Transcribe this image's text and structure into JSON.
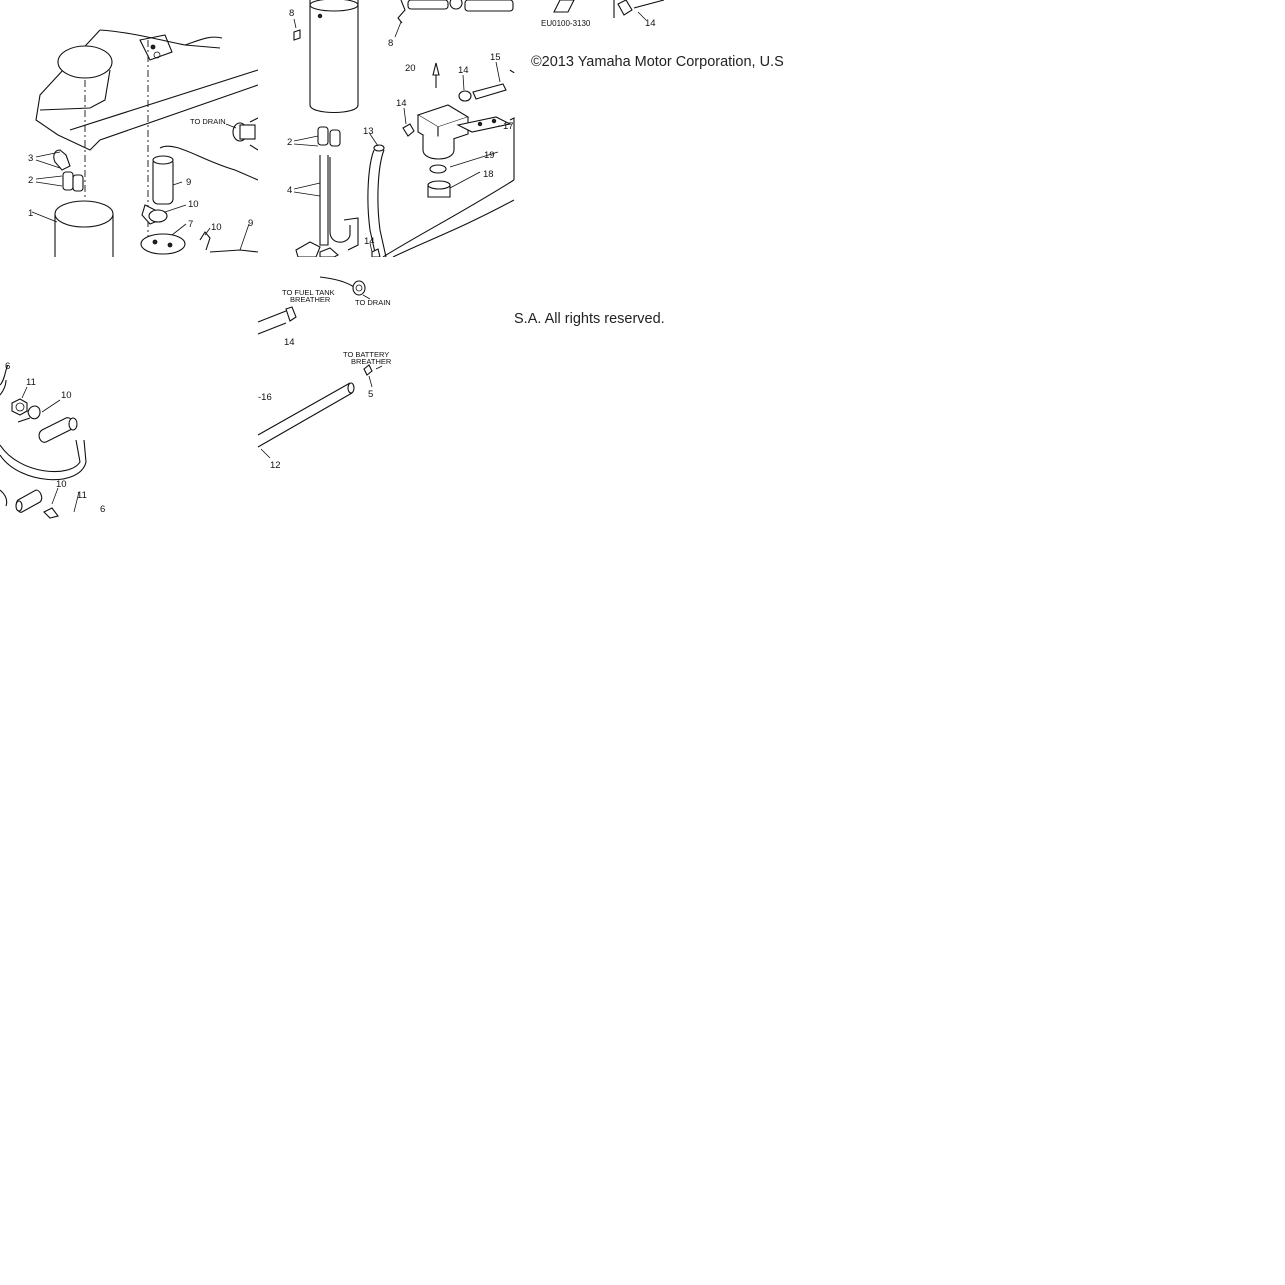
{
  "copyright": {
    "part1": "©2013 Yamaha Motor Corporation, U.S",
    "part2": "S.A. All rights reserved."
  },
  "diagram": {
    "drawing_code": "EU0100-3130",
    "labels": {
      "to_drain": "TO DRAIN",
      "to_drain_2": "TO DRAIN",
      "to_fuel_tank_breather_1": "TO FUEL TANK",
      "to_fuel_tank_breather_2": "BREATHER",
      "to_battery_breather_1": "TO BATTERY",
      "to_battery_breather_2": "BREATHER"
    },
    "callouts": {
      "t1": [
        "3",
        "2",
        "1",
        "9",
        "10",
        "7",
        "10",
        "9"
      ],
      "t2": [
        "8",
        "8",
        "2",
        "4",
        "13",
        "14",
        "20",
        "14",
        "15",
        "17",
        "19",
        "18",
        "14"
      ],
      "t3": [
        "14",
        "5",
        "-16",
        "12"
      ],
      "t4": [
        "6",
        "11",
        "10",
        "10",
        "11",
        "6"
      ],
      "t5": [
        "14"
      ]
    }
  }
}
